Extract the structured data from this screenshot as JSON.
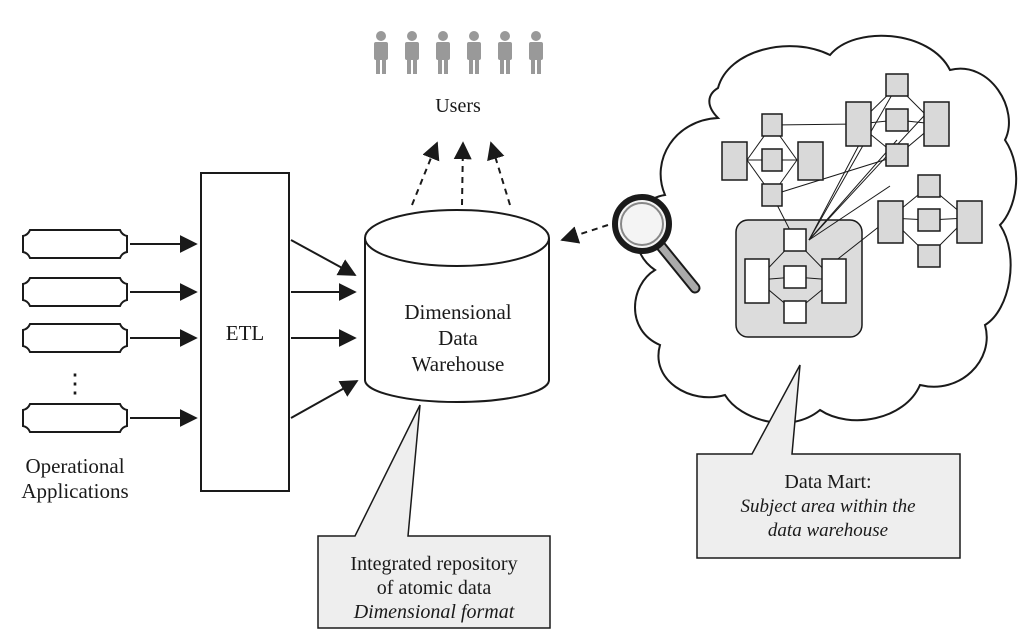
{
  "users": {
    "label": "Users",
    "count": 6
  },
  "etl": {
    "label": "ETL"
  },
  "warehouse": {
    "line1": "Dimensional",
    "line2": "Data",
    "line3": "Warehouse"
  },
  "sources": {
    "label_line1": "Operational",
    "label_line2": "Applications",
    "ellipsis": "⋮"
  },
  "repository_callout": {
    "line1": "Integrated repository",
    "line2": "of atomic data",
    "line3": "Dimensional format"
  },
  "data_mart_callout": {
    "line1": "Data Mart:",
    "line2": "Subject area within the",
    "line3": "data warehouse"
  },
  "icons": {
    "users": "person-icon",
    "analysis": "magnifier-icon"
  },
  "colors": {
    "shape_fill": "#d9d9d9",
    "callout_fill": "#eeeeee",
    "stroke": "#1a1a1a"
  }
}
